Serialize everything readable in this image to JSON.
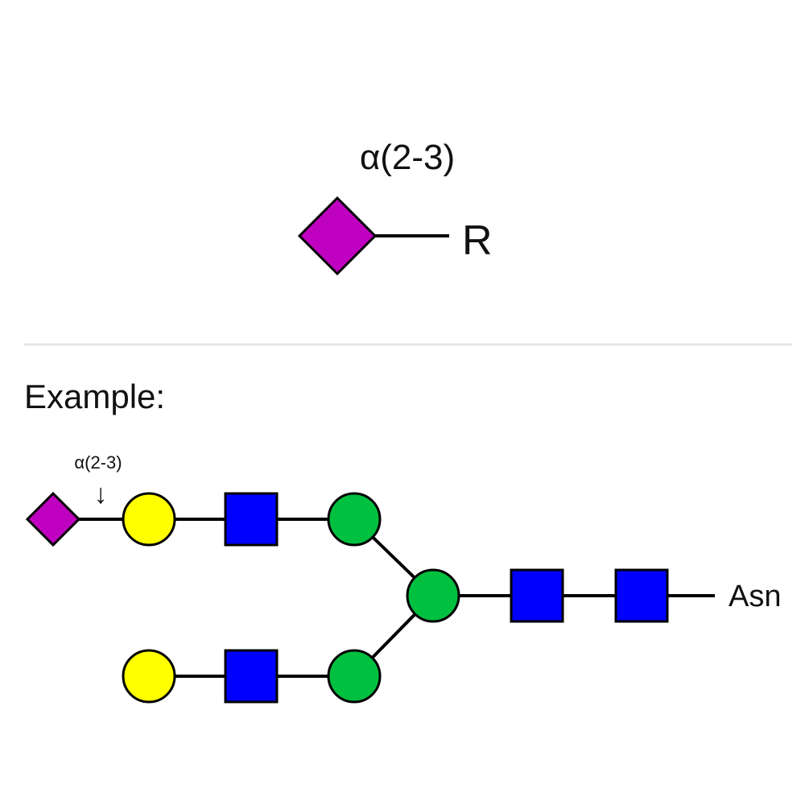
{
  "legend": {
    "linkage_label": "α(2-3)",
    "reducing_end_label": "R",
    "symbol": "diamond",
    "symbol_color": "#c000c0"
  },
  "example": {
    "heading": "Example:",
    "linkage_annotation": "α(2-3)",
    "arrow_glyph": "↓",
    "terminal_label": "Asn"
  },
  "colors": {
    "magenta_diamond": "#c000c0",
    "yellow_circle": "#ffff00",
    "blue_square": "#0000ff",
    "green_circle": "#00c040",
    "line": "#000000",
    "divider": "#e6e6e6"
  }
}
